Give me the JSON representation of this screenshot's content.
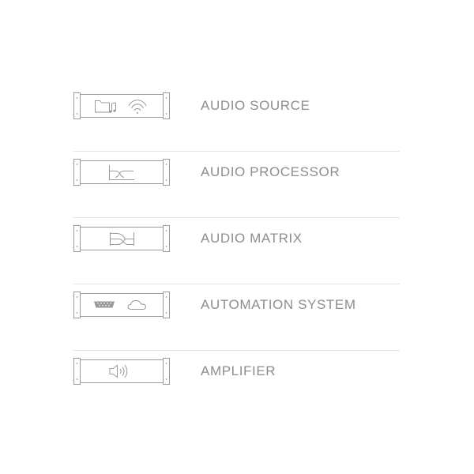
{
  "colors": {
    "stroke": "#9a9a9a",
    "label": "#8e8e8e",
    "divider": "#e4e4e4",
    "background": "#ffffff"
  },
  "devices": [
    {
      "label": "AUDIO SOURCE",
      "icons": [
        "music-folder-icon",
        "wifi-icon"
      ]
    },
    {
      "label": "AUDIO PROCESSOR",
      "icons": [
        "crossover-filter-icon"
      ]
    },
    {
      "label": "AUDIO MATRIX",
      "icons": [
        "signal-router-icon"
      ]
    },
    {
      "label": "AUTOMATION SYSTEM",
      "icons": [
        "serial-port-icon",
        "cloud-icon"
      ]
    },
    {
      "label": "AMPLIFIER",
      "icons": [
        "speaker-icon"
      ]
    }
  ]
}
